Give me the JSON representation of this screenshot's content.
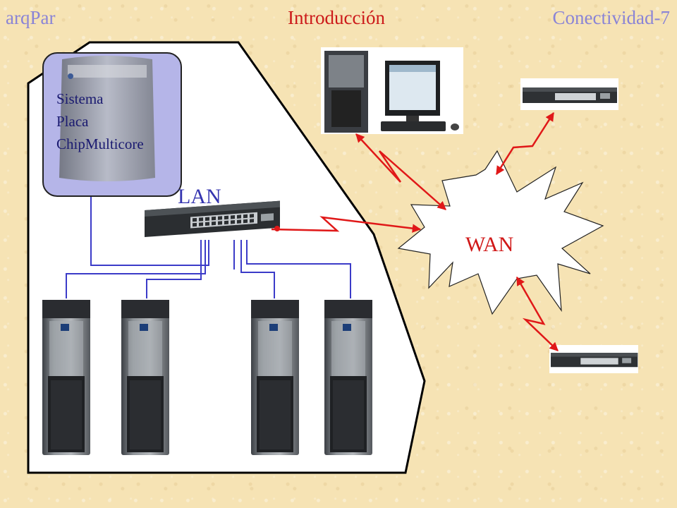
{
  "header": {
    "left": "arqPar",
    "center": "Introducción",
    "right": "Conectividad-7"
  },
  "diagram": {
    "lan_label": "LAN",
    "wan_label": "WAN",
    "system_box_lines": [
      "Sistema",
      "Placa",
      "ChipMulticore"
    ]
  },
  "colors": {
    "header_side": "#8a84d6",
    "header_center": "#cc1a1a",
    "lan_text": "#3535b0",
    "wan_text": "#d01818",
    "cable": "#3b3bc8",
    "link": "#e01818",
    "system_box_fill": "#b5b5e8"
  },
  "icons": [
    "server-tower-icon",
    "network-switch-icon",
    "desktop-computer-icon",
    "wan-cloud-icon",
    "bidirectional-arrow-icon"
  ]
}
